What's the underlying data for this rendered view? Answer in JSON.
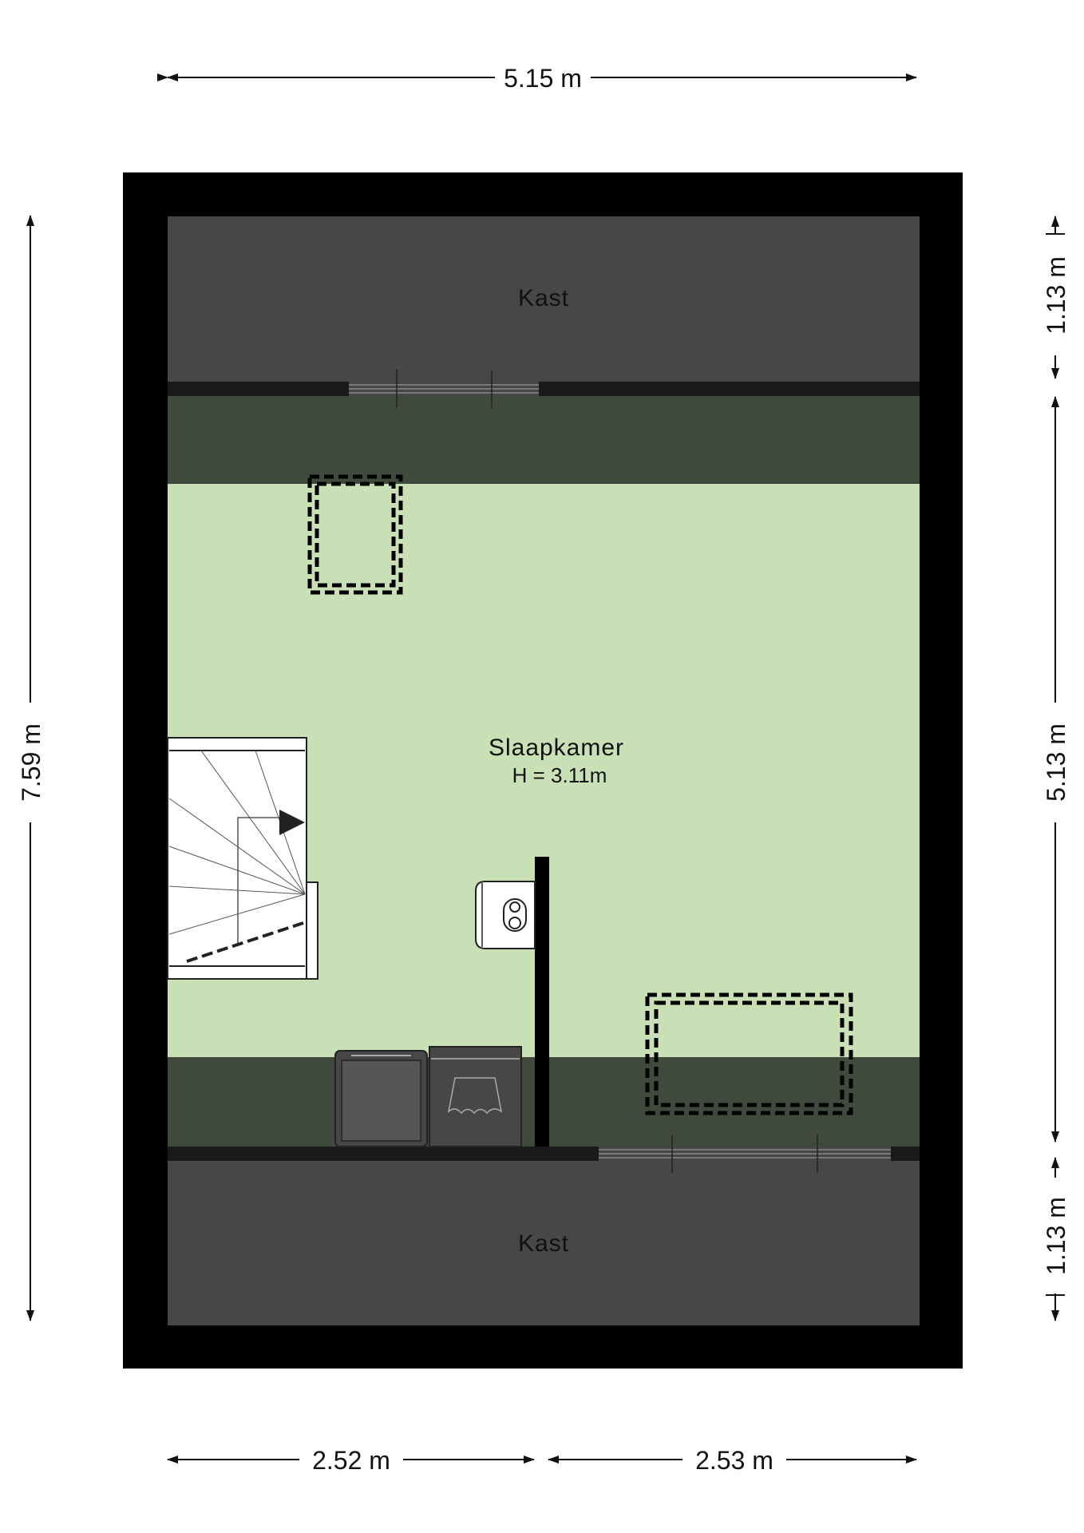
{
  "dimensions": {
    "top": "5.15 m",
    "left": "7.59 m",
    "right_upper": "1.13 m",
    "right_middle": "5.13 m",
    "right_lower": "1.13 m",
    "bottom_left": "2.52 m",
    "bottom_right": "2.53 m"
  },
  "rooms": {
    "top_storage": {
      "label": "Kast"
    },
    "bedroom": {
      "label": "Slaapkamer",
      "height": "H = 3.11m"
    },
    "bottom_storage": {
      "label": "Kast"
    }
  },
  "colors": {
    "wall": "#000000",
    "storage": "#474747",
    "bedroom": "#c9dfb6",
    "low_ceiling_zone": "#3f4a3c",
    "stairs": "#ffffff"
  }
}
